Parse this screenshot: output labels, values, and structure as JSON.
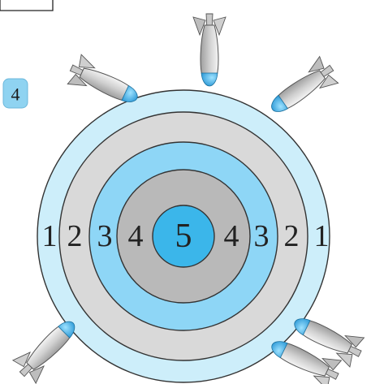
{
  "problem_badge": {
    "number": "4",
    "fill_color": "#8fd3f1"
  },
  "target": {
    "rings": [
      {
        "score": "1",
        "color": "#cdeefa"
      },
      {
        "score": "2",
        "color": "#d9d9d9"
      },
      {
        "score": "3",
        "color": "#8ed6f6"
      },
      {
        "score": "4",
        "color": "#b9b9b9"
      },
      {
        "score": "5",
        "color": "#3bb6ea"
      }
    ],
    "row_labels": [
      "1",
      "2",
      "3",
      "4",
      "5",
      "4",
      "3",
      "2",
      "1"
    ]
  },
  "darts": {
    "count": 6,
    "body_color": "#d3d3d3",
    "tip_color": "#2aa4e3"
  }
}
